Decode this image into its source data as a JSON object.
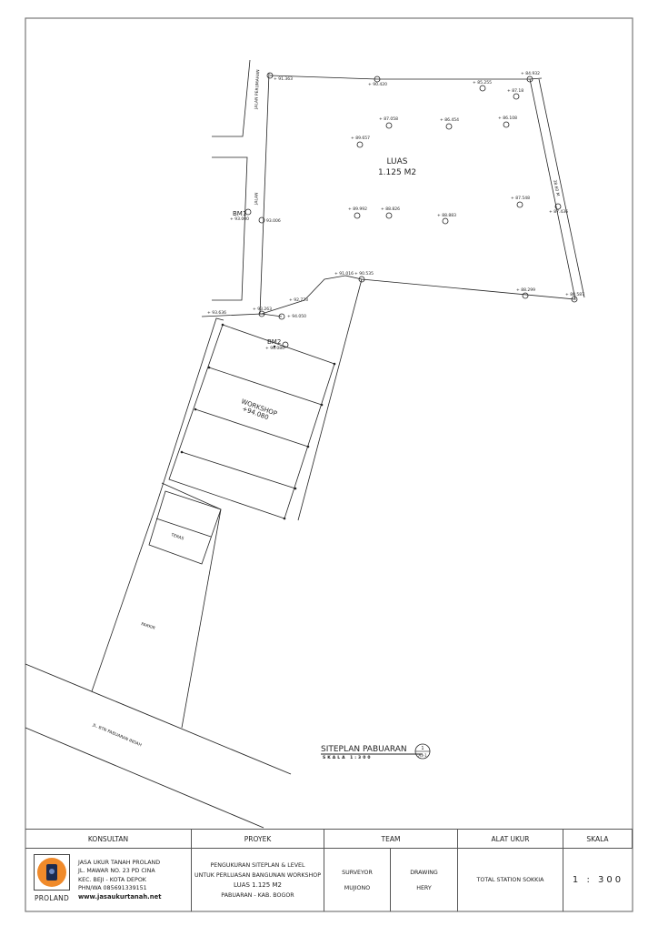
{
  "drawing": {
    "area_label": "LUAS",
    "area_value": "1.125 M2",
    "street_top": "JALAN PERUMAHAN",
    "street_alley": "JALAN",
    "street_main": "JL. BTN PABUARAN INDAH",
    "side_dimension": "38.60 M",
    "benchmarks": [
      {
        "name": "BM1",
        "elevation": "+ 93.000"
      },
      {
        "name": "BM2",
        "elevation": "+ 94.080"
      }
    ],
    "rooms": [
      {
        "name": "WORKSHOP",
        "elevation": "+94.080"
      },
      {
        "name": "TERAS"
      },
      {
        "name": "PARKIR"
      }
    ],
    "spot_levels": [
      "+ 91.363",
      "+ 90.420",
      "+ 85.255",
      "+ 84.932",
      "+ 87.18",
      "+ 87.058",
      "+ 86.454",
      "+ 86.108",
      "+ 89.657",
      "+ 89.992",
      "+ 88.826",
      "+ 88.883",
      "+ 87.548",
      "+ 87.436",
      "93.006",
      "+ 91.016",
      "+ 90.535",
      "+ 92.773",
      "+ 93.263",
      "+ 94.050",
      "+ 93.636",
      "+ 88.299",
      "+ 88.587"
    ],
    "title": "SITEPLAN PABUARAN",
    "scale_caption": "SKALA   1:300",
    "ref_number": "1",
    "ref_sheet": "A3-1"
  },
  "title_block": {
    "konsultan": {
      "header": "KONSULTAN",
      "logo_text": "PROLAND",
      "lines": [
        "JASA UKUR TANAH  PROLAND",
        "JL. MAWAR NO. 23 PD CINA",
        "KEC. BEJI - KOTA DEPOK",
        "PHN/WA   085691339151"
      ],
      "website": "www.jasaukurtanah.net"
    },
    "proyek": {
      "header": "PROYEK",
      "lines": [
        "PENGUKURAN SITEPLAN & LEVEL",
        "UNTUK PERLUASAN BANGUNAN WORKSHOP",
        "LUAS 1.125 M2",
        "PABUARAN - KAB. BOGOR"
      ]
    },
    "team": {
      "header": "TEAM",
      "surveyor_label": "SURVEYOR",
      "surveyor_name": "MUJIONO",
      "drawing_label": "DRAWING",
      "drawing_name": "HERY"
    },
    "alat_ukur": {
      "header": "ALAT UKUR",
      "value": "TOTAL STATION  SOKKIA"
    },
    "skala": {
      "header": "SKALA",
      "value": "1 : 300"
    }
  },
  "colors": {
    "line": "#222222",
    "frame": "#666666",
    "logo_orange": "#f08a2a",
    "logo_navy": "#1d2b4f"
  }
}
